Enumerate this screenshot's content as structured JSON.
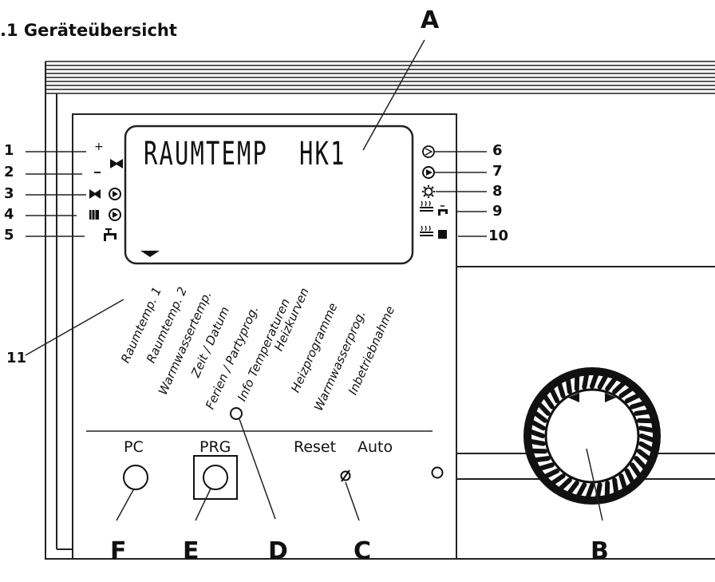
{
  "title": ".1 Geräteübersicht",
  "display": {
    "text": "RAUMTEMP  HK1"
  },
  "left_numbers": [
    "1",
    "2",
    "3",
    "4",
    "5"
  ],
  "right_numbers": [
    "6",
    "7",
    "8",
    "9",
    "10"
  ],
  "number_11": "11",
  "menu_items": [
    "Raumtemp. 1",
    "Raumtemp. 2",
    "Warmwassertemp.",
    "Zeit / Datum",
    "Ferien / Partyprog.",
    "Info Temperaturen",
    "Heizkurven",
    "Heizprogramme",
    "Warmwasserprog.",
    "Inbetriebnahme"
  ],
  "buttons": {
    "pc": "PC",
    "prg": "PRG",
    "reset": "Reset",
    "auto": "Auto"
  },
  "letters": {
    "A": "A",
    "B": "B",
    "C": "C",
    "D": "D",
    "E": "E",
    "F": "F"
  },
  "icons": {
    "left": [
      "plus-bowtie-icon",
      "minus-icon",
      "mixer-pump-icon",
      "radiator-pump-icon",
      "tap-icon"
    ],
    "right": [
      "pump-off-icon",
      "pump-on-icon",
      "sun-icon",
      "boiler-tap-icon",
      "boiler-radiator-icon"
    ]
  }
}
